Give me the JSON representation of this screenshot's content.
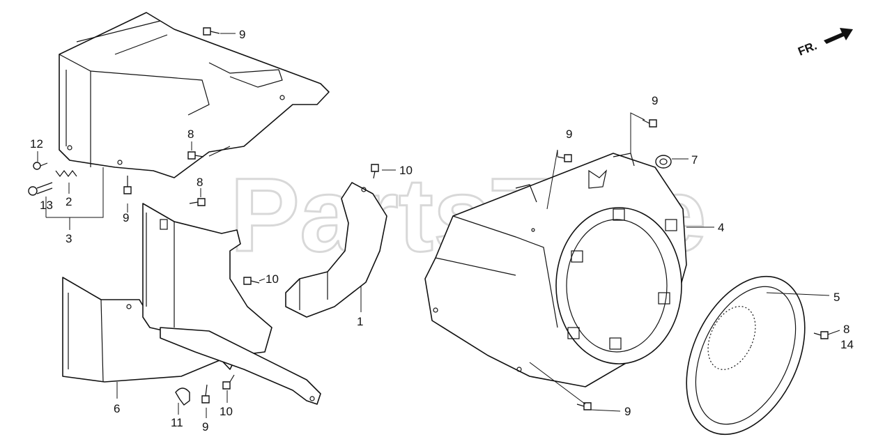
{
  "watermark": "PartsTree",
  "direction_label": "FR.",
  "callouts": {
    "c1": "1",
    "c2": "2",
    "c3": "3",
    "c4": "4",
    "c5": "5",
    "c6": "6",
    "c7": "7",
    "c8a": "8",
    "c8b": "8",
    "c8c": "8",
    "c9a": "9",
    "c9b": "9",
    "c9c": "9",
    "c9d": "9",
    "c9e": "9",
    "c9f": "9",
    "c10a": "10",
    "c10b": "10",
    "c10c": "10",
    "c11": "11",
    "c12": "12",
    "c13": "13",
    "c14": "14"
  }
}
